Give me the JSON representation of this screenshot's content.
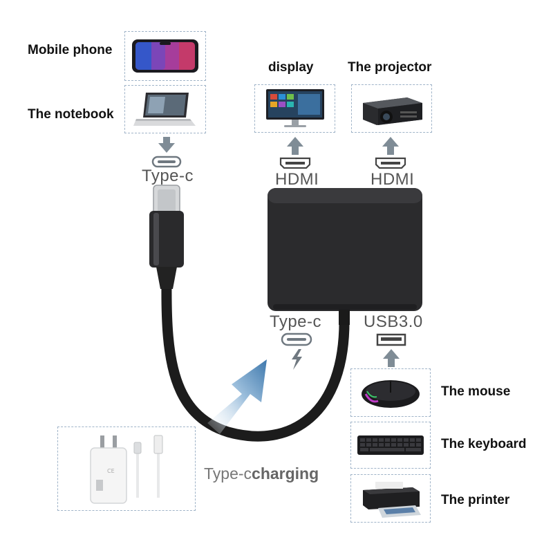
{
  "devices": {
    "mobile_phone": "Mobile phone",
    "notebook": "The notebook",
    "display": "display",
    "projector": "The projector",
    "mouse": "The mouse",
    "keyboard": "The keyboard",
    "printer": "The printer"
  },
  "ports": {
    "input_typec": "Type-c",
    "hdmi_1": "HDMI",
    "hdmi_2": "HDMI",
    "pd_typec": "Type-c",
    "usb": "USB3.0"
  },
  "charging": {
    "prefix": "Type-c",
    "suffix": "charging"
  },
  "colors": {
    "arrow_gray": "#7f8c96",
    "frame_border": "#9fb3c8",
    "adapter_body": "#2b2b2d",
    "cable": "#1c1c1c",
    "big_arrow": "#4f87b8"
  }
}
